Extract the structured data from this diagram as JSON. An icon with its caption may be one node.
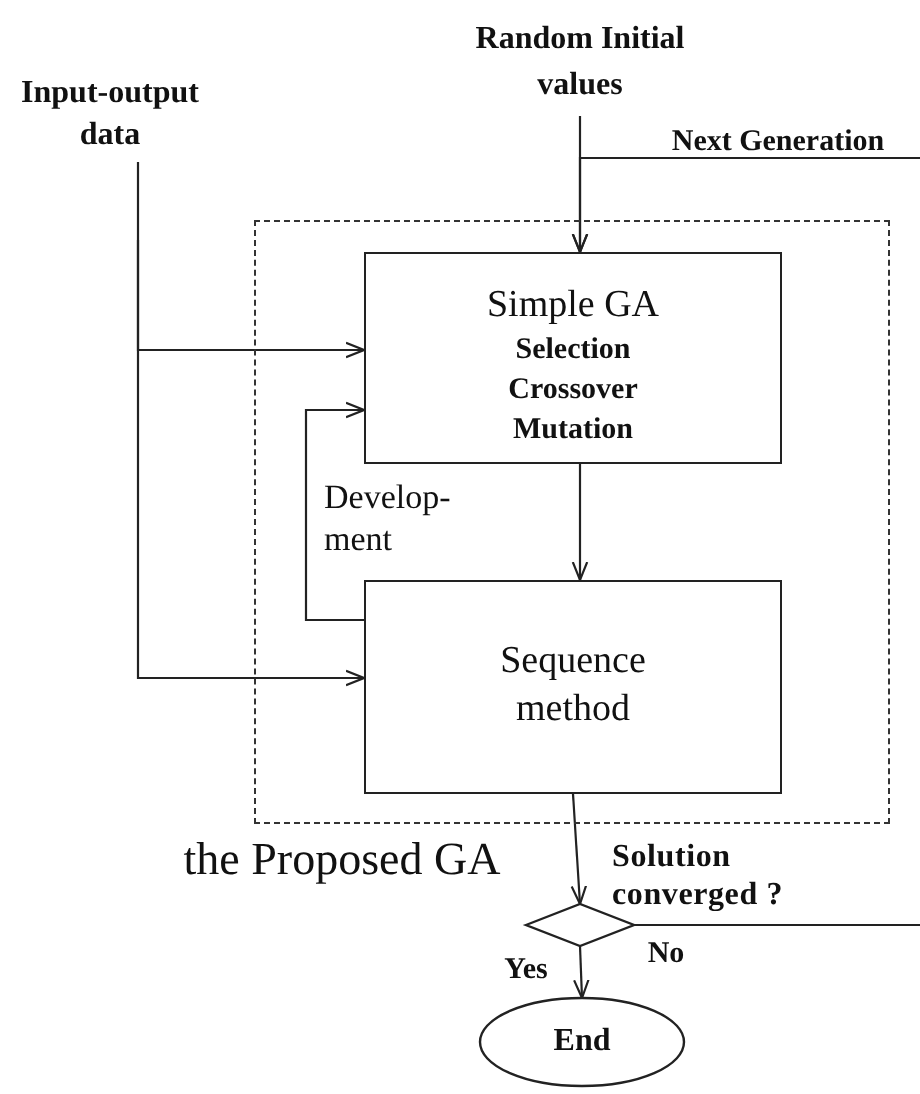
{
  "diagram": {
    "nodes": [
      {
        "text": [
          "Input-output data"
        ]
      },
      {
        "text": [
          "Random Initial values"
        ]
      },
      {
        "text": [
          "the Proposed GA"
        ]
      },
      {
        "text": [
          "Simple GA",
          "Selection Crossover Mutation"
        ],
        "in": 2
      },
      {
        "text": [
          "Sequence method"
        ],
        "in": 2
      },
      {
        "text": [],
        "shape": "diamond",
        "beside": [
          "Solution converged ?"
        ]
      },
      {
        "text": [
          "End"
        ]
      }
    ],
    "edges": [
      {
        "from": 0,
        "to": 3,
        "arrow": "to"
      },
      {
        "from": 0,
        "to": 4,
        "arrow": "to"
      },
      {
        "from": 1,
        "to": 3,
        "arrow": "to"
      },
      {
        "from": null,
        "to": 3,
        "arrow": "to",
        "label": "Next Generation"
      },
      {
        "from": 3,
        "to": 4,
        "arrow": "to"
      },
      {
        "from": 4,
        "to": 3,
        "arrow": "to",
        "label": "Develop- ment"
      },
      {
        "from": 4,
        "to": 5,
        "arrow": "to"
      },
      {
        "from": 5,
        "to": 6,
        "arrow": "to",
        "label": "Yes"
      },
      {
        "from": 5,
        "to": null,
        "arrow": "none",
        "label": "No"
      }
    ]
  }
}
